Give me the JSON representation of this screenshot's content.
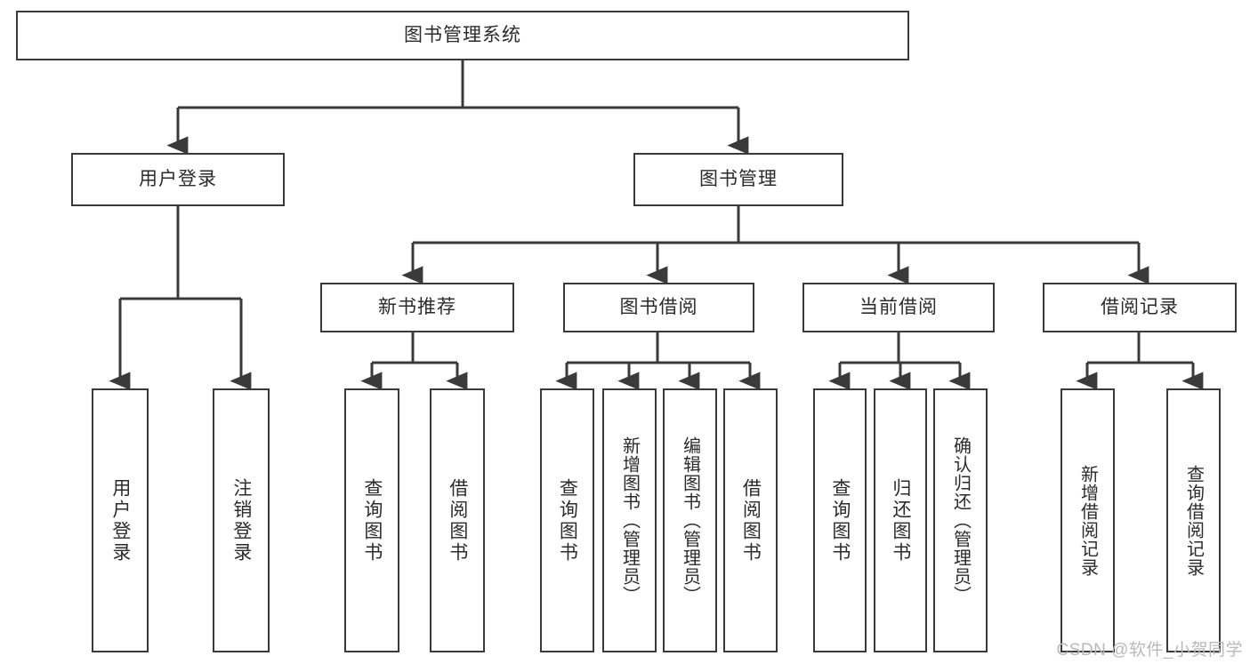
{
  "diagram": {
    "type": "tree",
    "title": "图书管理系统",
    "watermark": "CSDN @软件_小贺同学",
    "colors": {
      "box_border": "#3a3a3a",
      "box_fill": "#ffffff",
      "edge": "#3a3a3a",
      "text": "#2b2b2b",
      "watermark": "#b9b9b9",
      "background": "#ffffff"
    },
    "levels": {
      "root": {
        "label": "图书管理系统"
      },
      "level2": [
        {
          "label": "用户登录"
        },
        {
          "label": "图书管理"
        }
      ],
      "level3": [
        {
          "label": "新书推荐"
        },
        {
          "label": "图书借阅"
        },
        {
          "label": "当前借阅"
        },
        {
          "label": "借阅记录"
        }
      ],
      "leaves": {
        "user_login": [
          {
            "label": "用户登录"
          },
          {
            "label": "注销登录"
          }
        ],
        "new_book_recommend": [
          {
            "label": "查询图书"
          },
          {
            "label": "借阅图书"
          }
        ],
        "book_borrow": [
          {
            "label": "查询图书"
          },
          {
            "label": "新增图书（管理员）"
          },
          {
            "label": "编辑图书（管理员）"
          },
          {
            "label": "借阅图书"
          }
        ],
        "current_borrow": [
          {
            "label": "查询图书"
          },
          {
            "label": "归还图书"
          },
          {
            "label": "确认归还（管理员）"
          }
        ],
        "borrow_records": [
          {
            "label": "新增借阅记录"
          },
          {
            "label": "查询借阅记录"
          }
        ]
      }
    },
    "hierarchy": {
      "图书管理系统": [
        "用户登录",
        "图书管理"
      ],
      "用户登录": [
        "用户登录",
        "注销登录"
      ],
      "图书管理": [
        "新书推荐",
        "图书借阅",
        "当前借阅",
        "借阅记录"
      ],
      "新书推荐": [
        "查询图书",
        "借阅图书"
      ],
      "图书借阅": [
        "查询图书",
        "新增图书（管理员）",
        "编辑图书（管理员）",
        "借阅图书"
      ],
      "当前借阅": [
        "查询图书",
        "归还图书",
        "确认归还（管理员）"
      ],
      "借阅记录": [
        "新增借阅记录",
        "查询借阅记录"
      ]
    }
  }
}
